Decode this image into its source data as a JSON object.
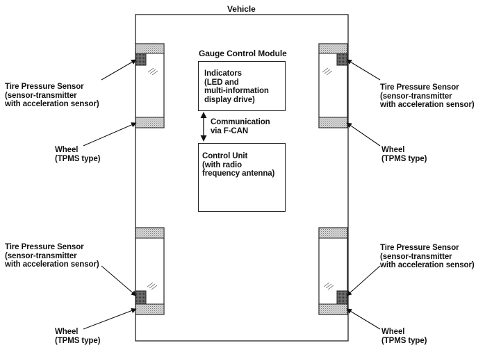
{
  "vehicle_title": "Vehicle",
  "module_title": "Gauge Control Module",
  "indicators_label": "Indicators\n(LED and\nmulti-information\ndisplay drive)",
  "communication_label": "Communication\nvia F-CAN",
  "control_unit_label": "Control Unit\n(with radio\nfrequency antenna)",
  "sensor_label": "Tire Pressure Sensor\n(sensor-transmitter\nwith acceleration sensor)",
  "wheel_label": "Wheel\n(TPMS type)",
  "colors": {
    "line": "#222222",
    "tread": "#bdbdbd",
    "sensor": "#5a5a5a"
  }
}
